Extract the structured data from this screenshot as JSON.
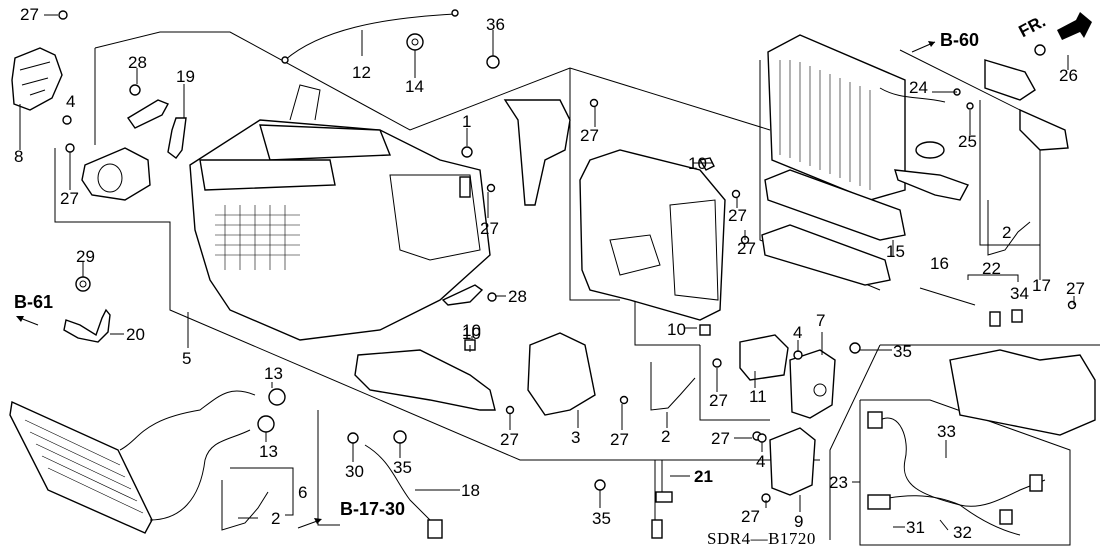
{
  "diagram": {
    "title": "Heater Unit / Evaporator exploded parts diagram",
    "drawing_code": "SDR4—B1720",
    "direction_indicator": {
      "label": "FR.",
      "icon": "front-arrow-icon"
    },
    "section_refs": [
      {
        "id": "ref-b60",
        "label": "B-60"
      },
      {
        "id": "ref-b61",
        "label": "B-61"
      },
      {
        "id": "ref-b1730",
        "label": "B-17-30"
      }
    ],
    "callouts": [
      {
        "id": "c27a",
        "label": "27"
      },
      {
        "id": "c8",
        "label": "8"
      },
      {
        "id": "c4a",
        "label": "4"
      },
      {
        "id": "c28a",
        "label": "28"
      },
      {
        "id": "c19",
        "label": "19"
      },
      {
        "id": "c27b",
        "label": "27"
      },
      {
        "id": "c12",
        "label": "12"
      },
      {
        "id": "c14",
        "label": "14"
      },
      {
        "id": "c36",
        "label": "36"
      },
      {
        "id": "c1",
        "label": "1"
      },
      {
        "id": "c27c",
        "label": "27"
      },
      {
        "id": "c27d",
        "label": "27"
      },
      {
        "id": "c29",
        "label": "29"
      },
      {
        "id": "c20",
        "label": "20"
      },
      {
        "id": "c5",
        "label": "5"
      },
      {
        "id": "c28b",
        "label": "28"
      },
      {
        "id": "c10a",
        "label": "10"
      },
      {
        "id": "c27e",
        "label": "27"
      },
      {
        "id": "c27f",
        "label": "27"
      },
      {
        "id": "c10b",
        "label": "10"
      },
      {
        "id": "c10c",
        "label": "10"
      },
      {
        "id": "c24",
        "label": "24"
      },
      {
        "id": "c25",
        "label": "25"
      },
      {
        "id": "c26",
        "label": "26"
      },
      {
        "id": "c15",
        "label": "15"
      },
      {
        "id": "c16",
        "label": "16"
      },
      {
        "id": "c2a",
        "label": "2"
      },
      {
        "id": "c17",
        "label": "17"
      },
      {
        "id": "c22",
        "label": "22"
      },
      {
        "id": "c34",
        "label": "34"
      },
      {
        "id": "c27g",
        "label": "27"
      },
      {
        "id": "c35a",
        "label": "35"
      },
      {
        "id": "c4b",
        "label": "4"
      },
      {
        "id": "c7",
        "label": "7"
      },
      {
        "id": "c11",
        "label": "11"
      },
      {
        "id": "c27h",
        "label": "27"
      },
      {
        "id": "c13a",
        "label": "13"
      },
      {
        "id": "c13b",
        "label": "13"
      },
      {
        "id": "c10d",
        "label": "10"
      },
      {
        "id": "c3",
        "label": "3"
      },
      {
        "id": "c27i",
        "label": "27"
      },
      {
        "id": "c27j",
        "label": "27"
      },
      {
        "id": "c2b",
        "label": "2"
      },
      {
        "id": "c27k",
        "label": "27"
      },
      {
        "id": "c4c",
        "label": "4"
      },
      {
        "id": "c35b",
        "label": "35"
      },
      {
        "id": "c30",
        "label": "30"
      },
      {
        "id": "c18",
        "label": "18"
      },
      {
        "id": "c6",
        "label": "6"
      },
      {
        "id": "c2c",
        "label": "2"
      },
      {
        "id": "c21",
        "label": "21"
      },
      {
        "id": "c35c",
        "label": "35"
      },
      {
        "id": "c27l",
        "label": "27"
      },
      {
        "id": "c9",
        "label": "9"
      },
      {
        "id": "c23",
        "label": "23"
      },
      {
        "id": "c33",
        "label": "33"
      },
      {
        "id": "c31",
        "label": "31"
      },
      {
        "id": "c32",
        "label": "32"
      }
    ]
  }
}
